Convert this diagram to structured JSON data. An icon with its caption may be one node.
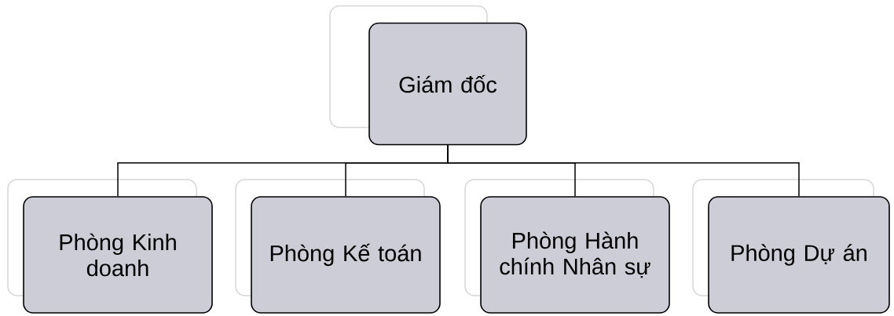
{
  "diagram": {
    "nodes": [
      {
        "text": [
          "Giám đốc"
        ]
      },
      {
        "text": [
          "Phòng Kinh doanh"
        ]
      },
      {
        "text": [
          "Phòng Kế toán"
        ]
      },
      {
        "text": [
          "Phòng Hành chính Nhân sự"
        ]
      },
      {
        "text": [
          "Phòng Dự án"
        ]
      }
    ],
    "edges": [
      {
        "from": 0,
        "to": 1,
        "arrow": "none"
      },
      {
        "from": 0,
        "to": 2,
        "arrow": "none"
      },
      {
        "from": 0,
        "to": 3,
        "arrow": "none"
      },
      {
        "from": 0,
        "to": 4,
        "arrow": "none"
      }
    ]
  }
}
